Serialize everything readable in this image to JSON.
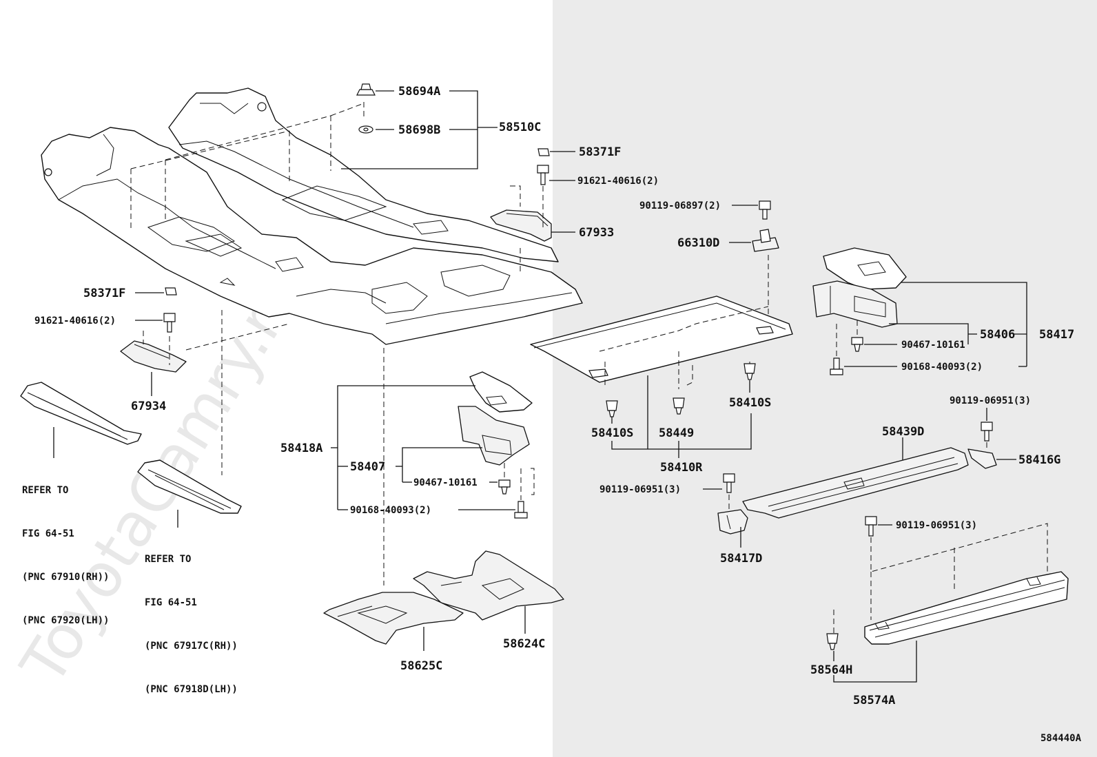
{
  "watermark": "ToyotaCamry.ru",
  "figure_code": "584440A",
  "part_labels": {
    "p58694A": "58694A",
    "p58698B": "58698B",
    "p58510C": "58510C",
    "p58371F_top": "58371F",
    "p91621_top": "91621-40616(2)",
    "p67933": "67933",
    "p90119_06897": "90119-06897(2)",
    "p66310D": "66310D",
    "p58371F_left": "58371F",
    "p91621_left": "91621-40616(2)",
    "p67934": "67934",
    "p58417": "58417",
    "p58406": "58406",
    "p90467_right": "90467-10161",
    "p90168_right": "90168-40093(2)",
    "p58410S_right": "58410S",
    "p58410S_left": "58410S",
    "p58449": "58449",
    "p58410R": "58410R",
    "p58418A": "58418A",
    "p58407": "58407",
    "p90467_mid": "90467-10161",
    "p90168_mid": "90168-40093(2)",
    "p90119_06951_a": "90119-06951(3)",
    "p58439D": "58439D",
    "p58416G": "58416G",
    "p90119_06951_b": "90119-06951(3)",
    "p58417D": "58417D",
    "p90119_06951_c": "90119-06951(3)",
    "p58624C": "58624C",
    "p58625C": "58625C",
    "p58564H": "58564H",
    "p58574A": "58574A"
  },
  "references": {
    "ref1": {
      "line1": "REFER TO",
      "line2": "FIG 64-51",
      "line3": "(PNC 67910(RH))",
      "line4": "(PNC 67920(LH))"
    },
    "ref2": {
      "line1": "REFER TO",
      "line2": "FIG 64-51",
      "line3": "(PNC 67917C(RH))",
      "line4": "(PNC 67918D(LH))"
    }
  }
}
